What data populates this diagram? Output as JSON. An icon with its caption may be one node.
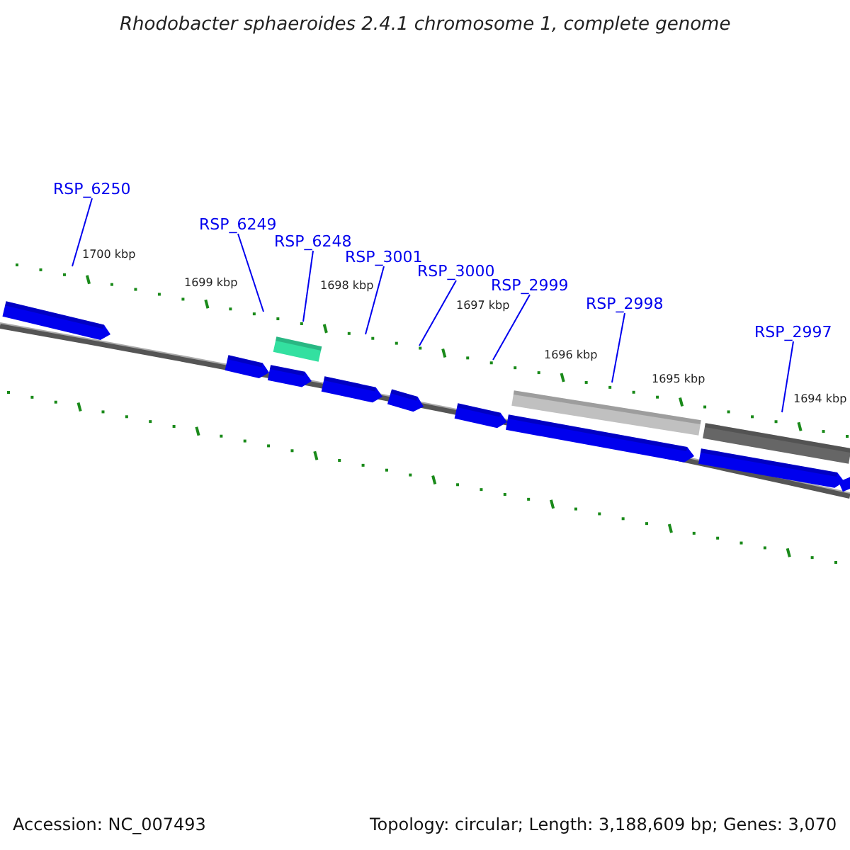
{
  "diagram": {
    "title": "Rhodobacter sphaeroides 2.4.1 chromosome 1, complete genome",
    "nodes": [
      {
        "text": [
          "RSP_6250"
        ]
      },
      {
        "text": [
          "RSP_6249"
        ]
      },
      {
        "text": [
          "RSP_6248"
        ]
      },
      {
        "text": [
          "RSP_3001"
        ]
      },
      {
        "text": [
          "RSP_3000"
        ]
      },
      {
        "text": [
          "RSP_2999"
        ]
      },
      {
        "text": [
          "RSP_2998"
        ]
      },
      {
        "text": [
          "RSP_2997"
        ]
      }
    ],
    "edges": [
      {
        "from": 0,
        "to": null,
        "arrow": "none"
      },
      {
        "from": 1,
        "to": null,
        "arrow": "none"
      },
      {
        "from": 2,
        "to": null,
        "arrow": "none"
      },
      {
        "from": 3,
        "to": null,
        "arrow": "none"
      },
      {
        "from": 4,
        "to": null,
        "arrow": "none"
      },
      {
        "from": 5,
        "to": null,
        "arrow": "none"
      },
      {
        "from": 6,
        "to": null,
        "arrow": "none"
      },
      {
        "from": 7,
        "to": null,
        "arrow": "none"
      }
    ],
    "labels": [
      "1700 kbp",
      "1699 kbp",
      "1698 kbp",
      "1697 kbp",
      "1696 kbp",
      "1695 kbp",
      "1694 kbp",
      "Accession: NC_007493",
      "Topology: circular; Length: 3,188,609 bp; Genes: 3,070"
    ]
  }
}
